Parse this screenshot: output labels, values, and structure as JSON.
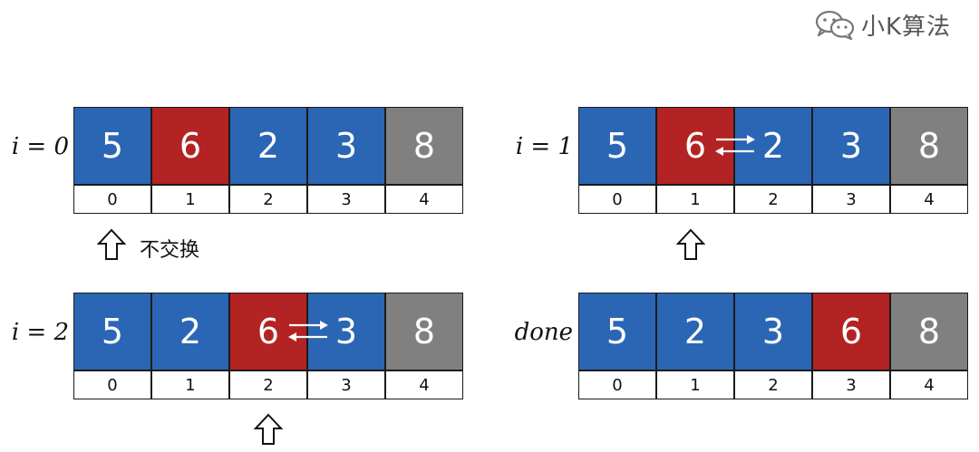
{
  "watermark": {
    "icon": "wechat-icon",
    "text": "小K算法"
  },
  "colors": {
    "blue": "#2b66b5",
    "red": "#b32323",
    "gray": "#808080"
  },
  "panels": [
    {
      "label": "i = 0",
      "values": [
        "5",
        "6",
        "2",
        "3",
        "8"
      ],
      "indices": [
        "0",
        "1",
        "2",
        "3",
        "4"
      ],
      "states": [
        "blue",
        "red",
        "blue",
        "blue",
        "gray"
      ],
      "swap_between": null,
      "arrow_at": 0,
      "note": "不交换"
    },
    {
      "label": "i = 1",
      "values": [
        "5",
        "6",
        "2",
        "3",
        "8"
      ],
      "indices": [
        "0",
        "1",
        "2",
        "3",
        "4"
      ],
      "states": [
        "blue",
        "red",
        "blue",
        "blue",
        "gray"
      ],
      "swap_between": 1,
      "arrow_at": 1,
      "note": ""
    },
    {
      "label": "i = 2",
      "values": [
        "5",
        "2",
        "6",
        "3",
        "8"
      ],
      "indices": [
        "0",
        "1",
        "2",
        "3",
        "4"
      ],
      "states": [
        "blue",
        "blue",
        "red",
        "blue",
        "gray"
      ],
      "swap_between": 2,
      "arrow_at": 2,
      "note": ""
    },
    {
      "label": "done",
      "values": [
        "5",
        "2",
        "3",
        "6",
        "8"
      ],
      "indices": [
        "0",
        "1",
        "2",
        "3",
        "4"
      ],
      "states": [
        "blue",
        "blue",
        "blue",
        "red",
        "gray"
      ],
      "swap_between": null,
      "arrow_at": null,
      "note": ""
    }
  ]
}
